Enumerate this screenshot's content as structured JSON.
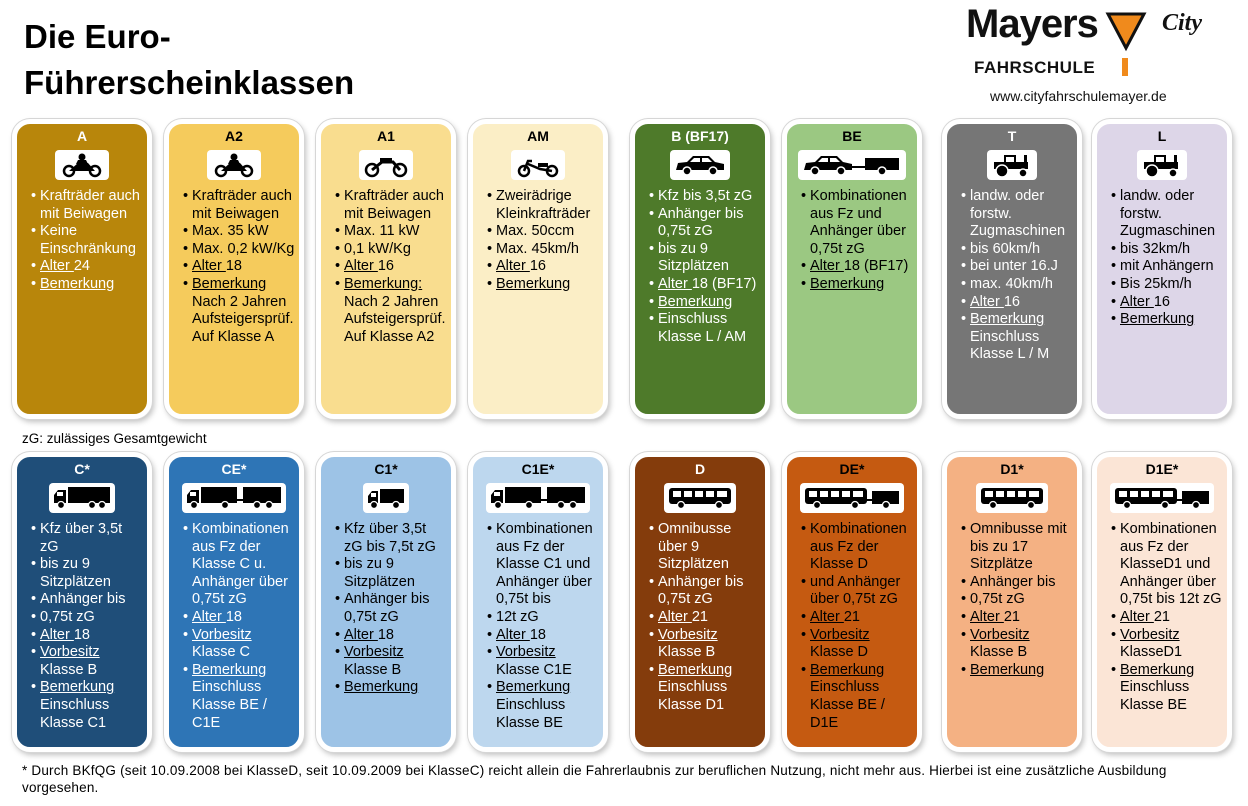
{
  "header": {
    "title_line1": "Die Euro-",
    "title_line2": "Führerscheinklassen"
  },
  "logo": {
    "name": "Mayers",
    "city": "City",
    "subtitle": "FAHRSCHULE",
    "url": "www.cityfahrschulemayer.de"
  },
  "note_zg": "zG: zulässiges Gesamtgewicht",
  "footnote": "* Durch BKfQG (seit 10.09.2008 bei KlasseD, seit 10.09.2009 bei KlasseC) reicht allein die Fahrerlaubnis zur beruflichen Nutzung, nicht mehr aus. Hierbei ist eine zusätzliche Ausbildung vorgesehen.",
  "cards": [
    {
      "title": "A",
      "icon": "motorcycle-icon",
      "color": "#b8860b",
      "text": "dark",
      "items": [
        [
          "Krafträder auch mit Beiwagen"
        ],
        [
          "Keine Einschränkung"
        ],
        [
          "Alter ",
          "24"
        ],
        [
          "Bemerkung"
        ]
      ]
    },
    {
      "title": "A2",
      "icon": "motorcycle-icon",
      "color": "#f5cb5c",
      "text": "light",
      "items": [
        [
          "Krafträder auch mit Beiwagen"
        ],
        [
          "Max. 35 kW"
        ],
        [
          "Max. 0,2 kW/Kg"
        ],
        [
          "Alter ",
          "18"
        ],
        [
          "Bemerkung",
          "Nach 2 Jahren Aufsteigersprüf. Auf Klasse A"
        ]
      ]
    },
    {
      "title": "A1",
      "icon": "motorbike-icon",
      "color": "#f9dd8f",
      "text": "light",
      "items": [
        [
          "Krafträder auch mit Beiwagen"
        ],
        [
          "Max. 11 kW"
        ],
        [
          "0,1 kW/Kg"
        ],
        [
          "Alter ",
          "16"
        ],
        [
          "Bemerkung:",
          "Nach 2 Jahren Aufsteigersprüf. Auf Klasse A2"
        ]
      ]
    },
    {
      "title": "AM",
      "icon": "moped-icon",
      "color": "#fbeec6",
      "text": "light",
      "items": [
        [
          "Zweirädrige Kleinkrafträder"
        ],
        [
          "Max. 50ccm"
        ],
        [
          "Max. 45km/h"
        ],
        [
          "Alter ",
          "16"
        ],
        [
          "Bemerkung"
        ]
      ]
    },
    {
      "title": "B (BF17)",
      "icon": "car-icon",
      "color": "#4e7a2a",
      "text": "dark",
      "items": [
        [
          "Kfz bis 3,5t zG"
        ],
        [
          "Anhänger bis 0,75t zG"
        ],
        [
          "bis zu 9 Sitzplätzen"
        ],
        [
          "Alter ",
          "18 (BF17)"
        ],
        [
          "Bemerkung"
        ],
        [
          "Einschluss Klasse L / AM"
        ]
      ]
    },
    {
      "title": "BE",
      "icon": "car-trailer-icon",
      "color": "#9bc882",
      "text": "light",
      "items": [
        [
          "Kombinationen aus Fz und Anhänger über 0,75t zG"
        ],
        [
          "Alter ",
          "18 (BF17)"
        ],
        [
          "Bemerkung"
        ]
      ]
    },
    {
      "title": "T",
      "icon": "tractor-icon",
      "color": "#767676",
      "text": "dark",
      "items": [
        [
          "landw. oder forstw. Zugmaschinen"
        ],
        [
          "bis 60km/h"
        ],
        [
          "bei unter 16.J"
        ],
        [
          "max. 40km/h"
        ],
        [
          "Alter ",
          "16"
        ],
        [
          "Bemerkung",
          "Einschluss Klasse L / M"
        ]
      ]
    },
    {
      "title": "L",
      "icon": "tractor-icon",
      "color": "#ddd6e8",
      "text": "light",
      "items": [
        [
          "landw. oder forstw. Zugmaschinen"
        ],
        [
          "bis 32km/h"
        ],
        [
          "mit Anhängern"
        ],
        [
          "Bis 25km/h"
        ],
        [
          "Alter ",
          "16"
        ],
        [
          "Bemerkung"
        ]
      ]
    },
    {
      "title": "C*",
      "icon": "truck-icon",
      "color": "#1f4e79",
      "text": "dark",
      "items": [
        [
          "Kfz über 3,5t zG"
        ],
        [
          "bis zu 9 Sitzplätzen"
        ],
        [
          "Anhänger bis"
        ],
        [
          "0,75t zG"
        ],
        [
          "Alter ",
          "18"
        ],
        [
          "Vorbesitz",
          "Klasse B"
        ],
        [
          "Bemerkung",
          "Einschluss Klasse C1"
        ]
      ]
    },
    {
      "title": "CE*",
      "icon": "truck-trailer-icon",
      "color": "#2e75b6",
      "text": "dark",
      "items": [
        [
          "Kombinationen aus Fz der Klasse C u. Anhänger über 0,75t zG"
        ],
        [
          "Alter ",
          "18"
        ],
        [
          "Vorbesitz",
          "Klasse C"
        ],
        [
          "Bemerkung",
          "Einschluss Klasse BE / C1E"
        ]
      ]
    },
    {
      "title": "C1*",
      "icon": "small-truck-icon",
      "color": "#9dc3e6",
      "text": "light",
      "items": [
        [
          "Kfz über 3,5t zG bis 7,5t zG"
        ],
        [
          "bis zu 9 Sitzplätzen"
        ],
        [
          "Anhänger bis 0,75t zG"
        ],
        [
          "Alter ",
          "18"
        ],
        [
          "Vorbesitz",
          "Klasse B"
        ],
        [
          "Bemerkung"
        ]
      ]
    },
    {
      "title": "C1E*",
      "icon": "truck-trailer-icon",
      "color": "#bdd7ee",
      "text": "light",
      "items": [
        [
          "Kombinationen aus Fz der Klasse C1 und Anhänger über 0,75t bis"
        ],
        [
          "12t zG"
        ],
        [
          "Alter ",
          "18"
        ],
        [
          "Vorbesitz",
          "Klasse C1E"
        ],
        [
          "Bemerkung",
          "Einschluss Klasse BE"
        ]
      ]
    },
    {
      "title": "D",
      "icon": "bus-icon",
      "color": "#843c0c",
      "text": "dark",
      "items": [
        [
          "Omnibusse über 9 Sitzplätzen"
        ],
        [
          "Anhänger bis 0,75t zG"
        ],
        [
          "Alter ",
          "21"
        ],
        [
          "Vorbesitz",
          " Klasse B"
        ],
        [
          "Bemerkung",
          "Einschluss Klasse D1"
        ]
      ]
    },
    {
      "title": "DE*",
      "icon": "bus-trailer-icon",
      "color": "#c55a11",
      "text": "light",
      "items": [
        [
          "Kombinationen aus Fz der Klasse D"
        ],
        [
          "und Anhänger über 0,75t zG"
        ],
        [
          "Alter ",
          "21"
        ],
        [
          "Vorbesitz",
          "Klasse D"
        ],
        [
          "Bemerkung",
          "Einschluss Klasse BE / D1E"
        ]
      ]
    },
    {
      "title": "D1*",
      "icon": "bus-icon",
      "color": "#f4b183",
      "text": "light",
      "items": [
        [
          "Omnibusse mit bis zu 17 Sitzplätze"
        ],
        [
          "Anhänger bis"
        ],
        [
          "0,75t zG"
        ],
        [
          "Alter ",
          "21"
        ],
        [
          "Vorbesitz",
          "Klasse B"
        ],
        [
          "Bemerkung"
        ]
      ]
    },
    {
      "title": "D1E*",
      "icon": "bus-trailer-icon",
      "color": "#fbe5d6",
      "text": "light",
      "items": [
        [
          "Kombinationen aus Fz der KlasseD1 und Anhänger über 0,75t bis 12t zG"
        ],
        [
          "Alter ",
          "21"
        ],
        [
          "Vorbesitz",
          "KlasseD1"
        ],
        [
          "Bemerkung",
          "Einschluss Klasse BE"
        ]
      ]
    }
  ]
}
